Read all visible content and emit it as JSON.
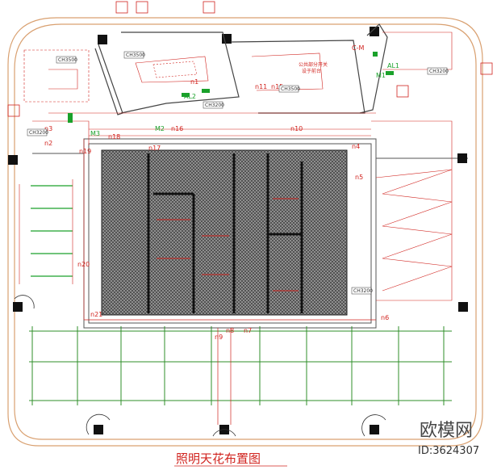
{
  "drawing": {
    "title": "照明天花布置图",
    "watermark_brand": "欧模网",
    "watermark_id": "ID:3624307"
  },
  "colors": {
    "border": "#d9a070",
    "wiring": "#d1241f",
    "fixture": "#1aa12a",
    "wall": "#333333",
    "hatch": "#555555",
    "roof_grid": "#2f8f2a"
  },
  "circuits": [
    "n1",
    "n2",
    "n3",
    "n4",
    "n5",
    "n6",
    "n7",
    "n8",
    "n9",
    "n10",
    "n11",
    "n15",
    "n16",
    "n17",
    "n18",
    "n19",
    "n20",
    "n21"
  ],
  "panels": [
    "AL2",
    "AL1",
    "M1",
    "M2",
    "M3",
    "C-M"
  ],
  "room_tags": [
    "CH3500",
    "CH3500",
    "CH3500",
    "CH3200",
    "CH3200",
    "CH3200",
    "CH3200"
  ],
  "notes": {
    "public_switch": "公共部分开关",
    "at_front_desk": "设于前台"
  }
}
